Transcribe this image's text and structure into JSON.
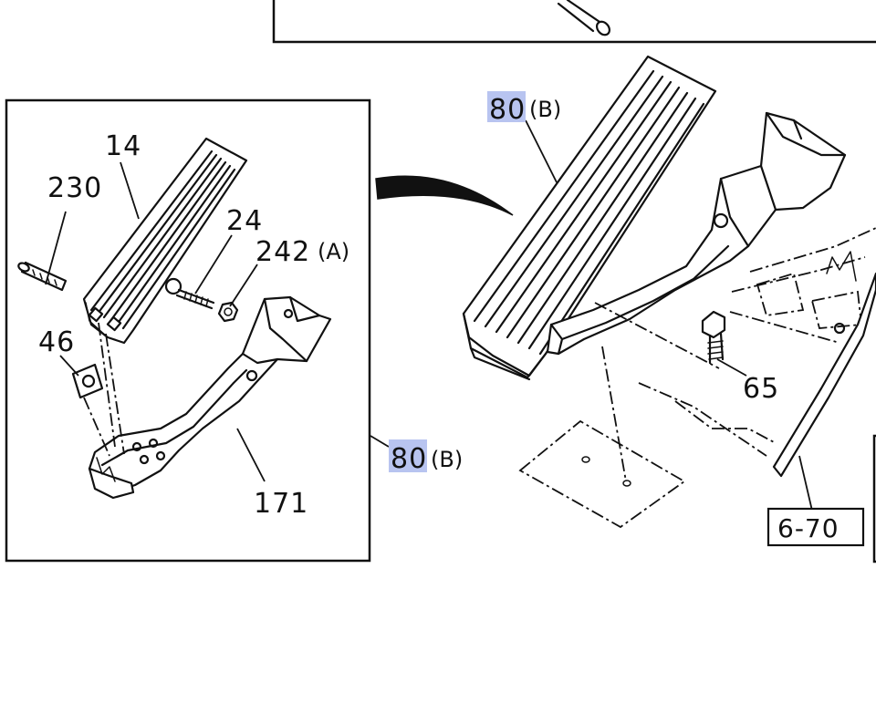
{
  "diagram": {
    "highlight_color": "#b8c4f0",
    "inset_labels": {
      "p14": "14",
      "p230": "230",
      "p24": "24",
      "p242": "242",
      "p242_suffix": "(A)",
      "p46": "46",
      "p171": "171",
      "p80": "80",
      "p80_suffix": "(B)"
    },
    "main_labels": {
      "p80": "80",
      "p80_suffix": "(B)",
      "p65": "65",
      "ref": "6-70"
    }
  }
}
